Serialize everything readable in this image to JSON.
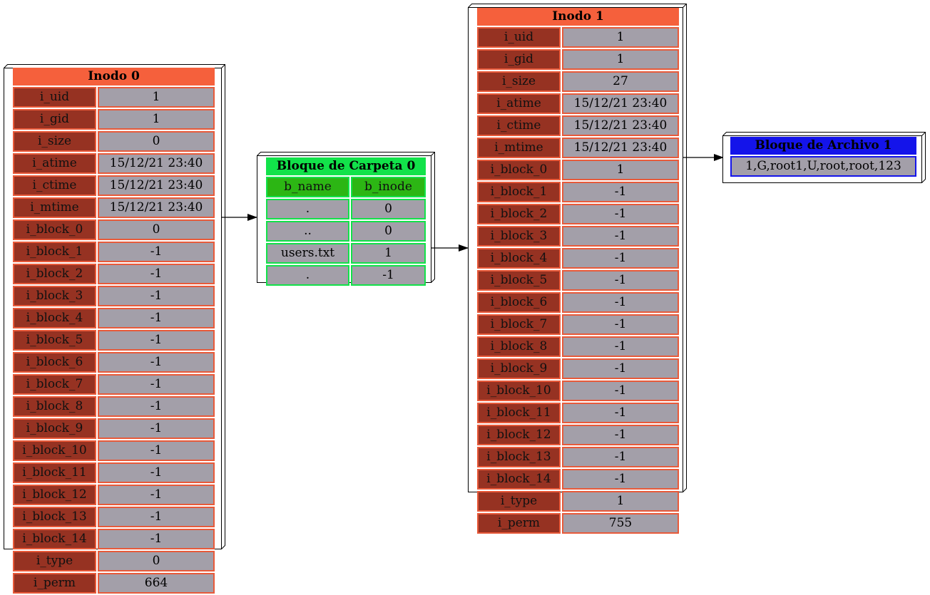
{
  "inode0": {
    "title": "Inodo 0",
    "rows": [
      {
        "k": "i_uid",
        "v": "1"
      },
      {
        "k": "i_gid",
        "v": "1"
      },
      {
        "k": "i_size",
        "v": "0"
      },
      {
        "k": "i_atime",
        "v": "15/12/21 23:40"
      },
      {
        "k": "i_ctime",
        "v": "15/12/21 23:40"
      },
      {
        "k": "i_mtime",
        "v": "15/12/21 23:40"
      },
      {
        "k": "i_block_0",
        "v": "0"
      },
      {
        "k": "i_block_1",
        "v": "-1"
      },
      {
        "k": "i_block_2",
        "v": "-1"
      },
      {
        "k": "i_block_3",
        "v": "-1"
      },
      {
        "k": "i_block_4",
        "v": "-1"
      },
      {
        "k": "i_block_5",
        "v": "-1"
      },
      {
        "k": "i_block_6",
        "v": "-1"
      },
      {
        "k": "i_block_7",
        "v": "-1"
      },
      {
        "k": "i_block_8",
        "v": "-1"
      },
      {
        "k": "i_block_9",
        "v": "-1"
      },
      {
        "k": "i_block_10",
        "v": "-1"
      },
      {
        "k": "i_block_11",
        "v": "-1"
      },
      {
        "k": "i_block_12",
        "v": "-1"
      },
      {
        "k": "i_block_13",
        "v": "-1"
      },
      {
        "k": "i_block_14",
        "v": "-1"
      },
      {
        "k": "i_type",
        "v": "0"
      },
      {
        "k": "i_perm",
        "v": "664"
      }
    ]
  },
  "folder0": {
    "title": "Bloque de Carpeta 0",
    "col_name": "b_name",
    "col_inode": "b_inode",
    "rows": [
      {
        "name": ".",
        "inode": "0"
      },
      {
        "name": "..",
        "inode": "0"
      },
      {
        "name": "users.txt",
        "inode": "1"
      },
      {
        "name": ".",
        "inode": "-1"
      }
    ]
  },
  "inode1": {
    "title": "Inodo 1",
    "rows": [
      {
        "k": "i_uid",
        "v": "1"
      },
      {
        "k": "i_gid",
        "v": "1"
      },
      {
        "k": "i_size",
        "v": "27"
      },
      {
        "k": "i_atime",
        "v": "15/12/21 23:40"
      },
      {
        "k": "i_ctime",
        "v": "15/12/21 23:40"
      },
      {
        "k": "i_mtime",
        "v": "15/12/21 23:40"
      },
      {
        "k": "i_block_0",
        "v": "1"
      },
      {
        "k": "i_block_1",
        "v": "-1"
      },
      {
        "k": "i_block_2",
        "v": "-1"
      },
      {
        "k": "i_block_3",
        "v": "-1"
      },
      {
        "k": "i_block_4",
        "v": "-1"
      },
      {
        "k": "i_block_5",
        "v": "-1"
      },
      {
        "k": "i_block_6",
        "v": "-1"
      },
      {
        "k": "i_block_7",
        "v": "-1"
      },
      {
        "k": "i_block_8",
        "v": "-1"
      },
      {
        "k": "i_block_9",
        "v": "-1"
      },
      {
        "k": "i_block_10",
        "v": "-1"
      },
      {
        "k": "i_block_11",
        "v": "-1"
      },
      {
        "k": "i_block_12",
        "v": "-1"
      },
      {
        "k": "i_block_13",
        "v": "-1"
      },
      {
        "k": "i_block_14",
        "v": "-1"
      },
      {
        "k": "i_type",
        "v": "1"
      },
      {
        "k": "i_perm",
        "v": "755"
      }
    ]
  },
  "file1": {
    "title": "Bloque de Archivo 1",
    "content": "1,G,root1,U,root,root,123"
  },
  "colors": {
    "inode_header": "#f5603c",
    "inode_key": "#963222",
    "inode_border": "#e85a3a",
    "cell_value": "#a39fa9",
    "folder_header": "#12e24a",
    "folder_col_header": "#2cb614",
    "file_header": "#1414ea"
  }
}
